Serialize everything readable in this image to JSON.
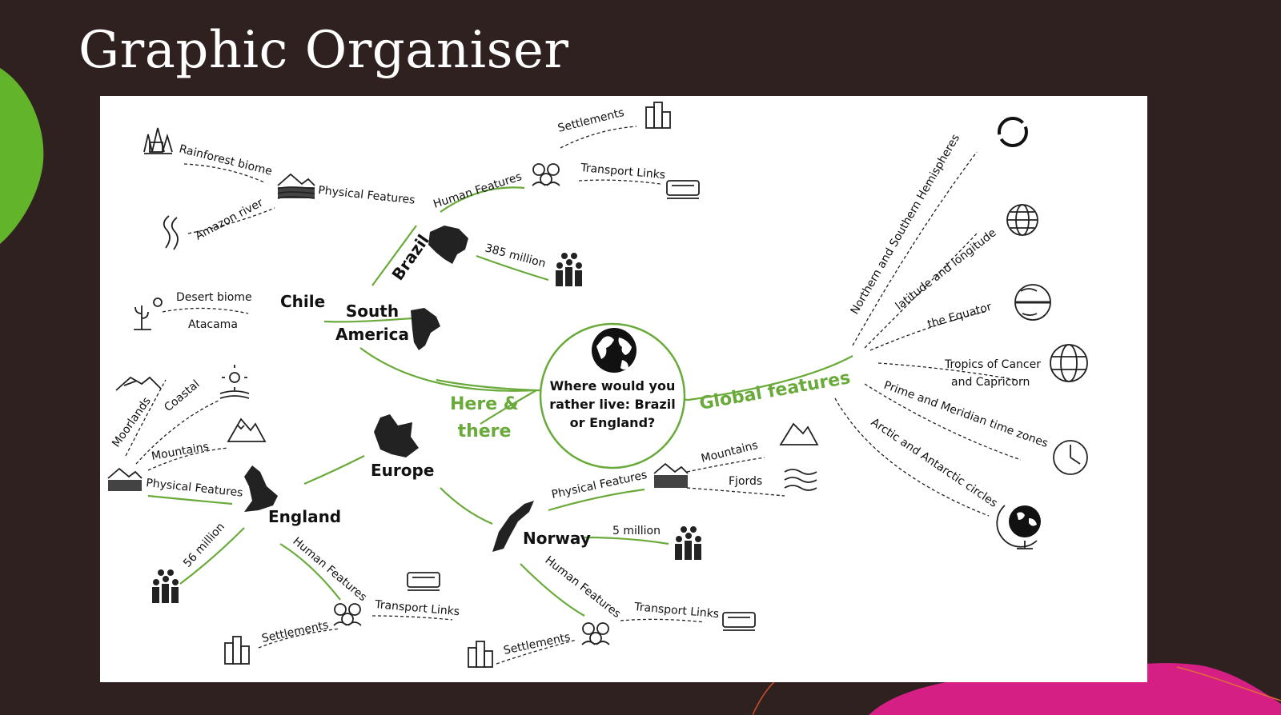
{
  "slide": {
    "title": "Graphic Organiser",
    "colors": {
      "background": "#2f211f",
      "accent_green": "#6aaa3a",
      "accent_magenta": "#d61f85",
      "panel": "#ffffff"
    }
  },
  "mindmap": {
    "center": {
      "line1": "Where would you",
      "line2": "rather live: Brazil",
      "line3": "or England?",
      "icon": "globe-icon"
    },
    "branches": {
      "here_and_there": {
        "line1": "Here &",
        "line2": "there"
      },
      "global_features": "Global features"
    },
    "south_america": {
      "line1": "South",
      "line2": "America",
      "icon": "south-america-map-icon",
      "brazil": {
        "name": "Brazil",
        "icon": "brazil-map-icon",
        "population": "385 million",
        "physical_features": {
          "label": "Physical Features",
          "rainforest": "Rainforest biome",
          "river": "Amazon river"
        },
        "human_features": {
          "label": "Human Features",
          "settlements": "Settlements",
          "transport": "Transport Links"
        }
      },
      "chile": {
        "name": "Chile",
        "desert": "Desert biome",
        "atacama": "Atacama"
      }
    },
    "europe": {
      "name": "Europe",
      "icon": "europe-map-icon",
      "england": {
        "name": "England",
        "icon": "england-map-icon",
        "population": "56 million",
        "physical_features": {
          "label": "Physical Features",
          "moorlands": "Moorlands",
          "coastal": "Coastal",
          "mountains": "Mountains"
        },
        "human_features": {
          "label": "Human Features",
          "settlements": "Settlements",
          "transport": "Transport Links"
        }
      },
      "norway": {
        "name": "Norway",
        "icon": "norway-map-icon",
        "population": "5 million",
        "physical_features": {
          "label": "Physical Features",
          "mountains": "Mountains",
          "fjords": "Fjords"
        },
        "human_features": {
          "label": "Human Features",
          "settlements": "Settlements",
          "transport": "Transport Links"
        }
      }
    },
    "global": {
      "hemispheres": "Northern and Southern Hemispheres",
      "latlong": "latitude and longitude",
      "equator": "the Equator",
      "tropics_line1": "Tropics of Cancer",
      "tropics_line2": "and Capricorn",
      "time_zones": "Prime and Meridian time zones",
      "circles": "Arctic and Antarctic circles"
    }
  }
}
